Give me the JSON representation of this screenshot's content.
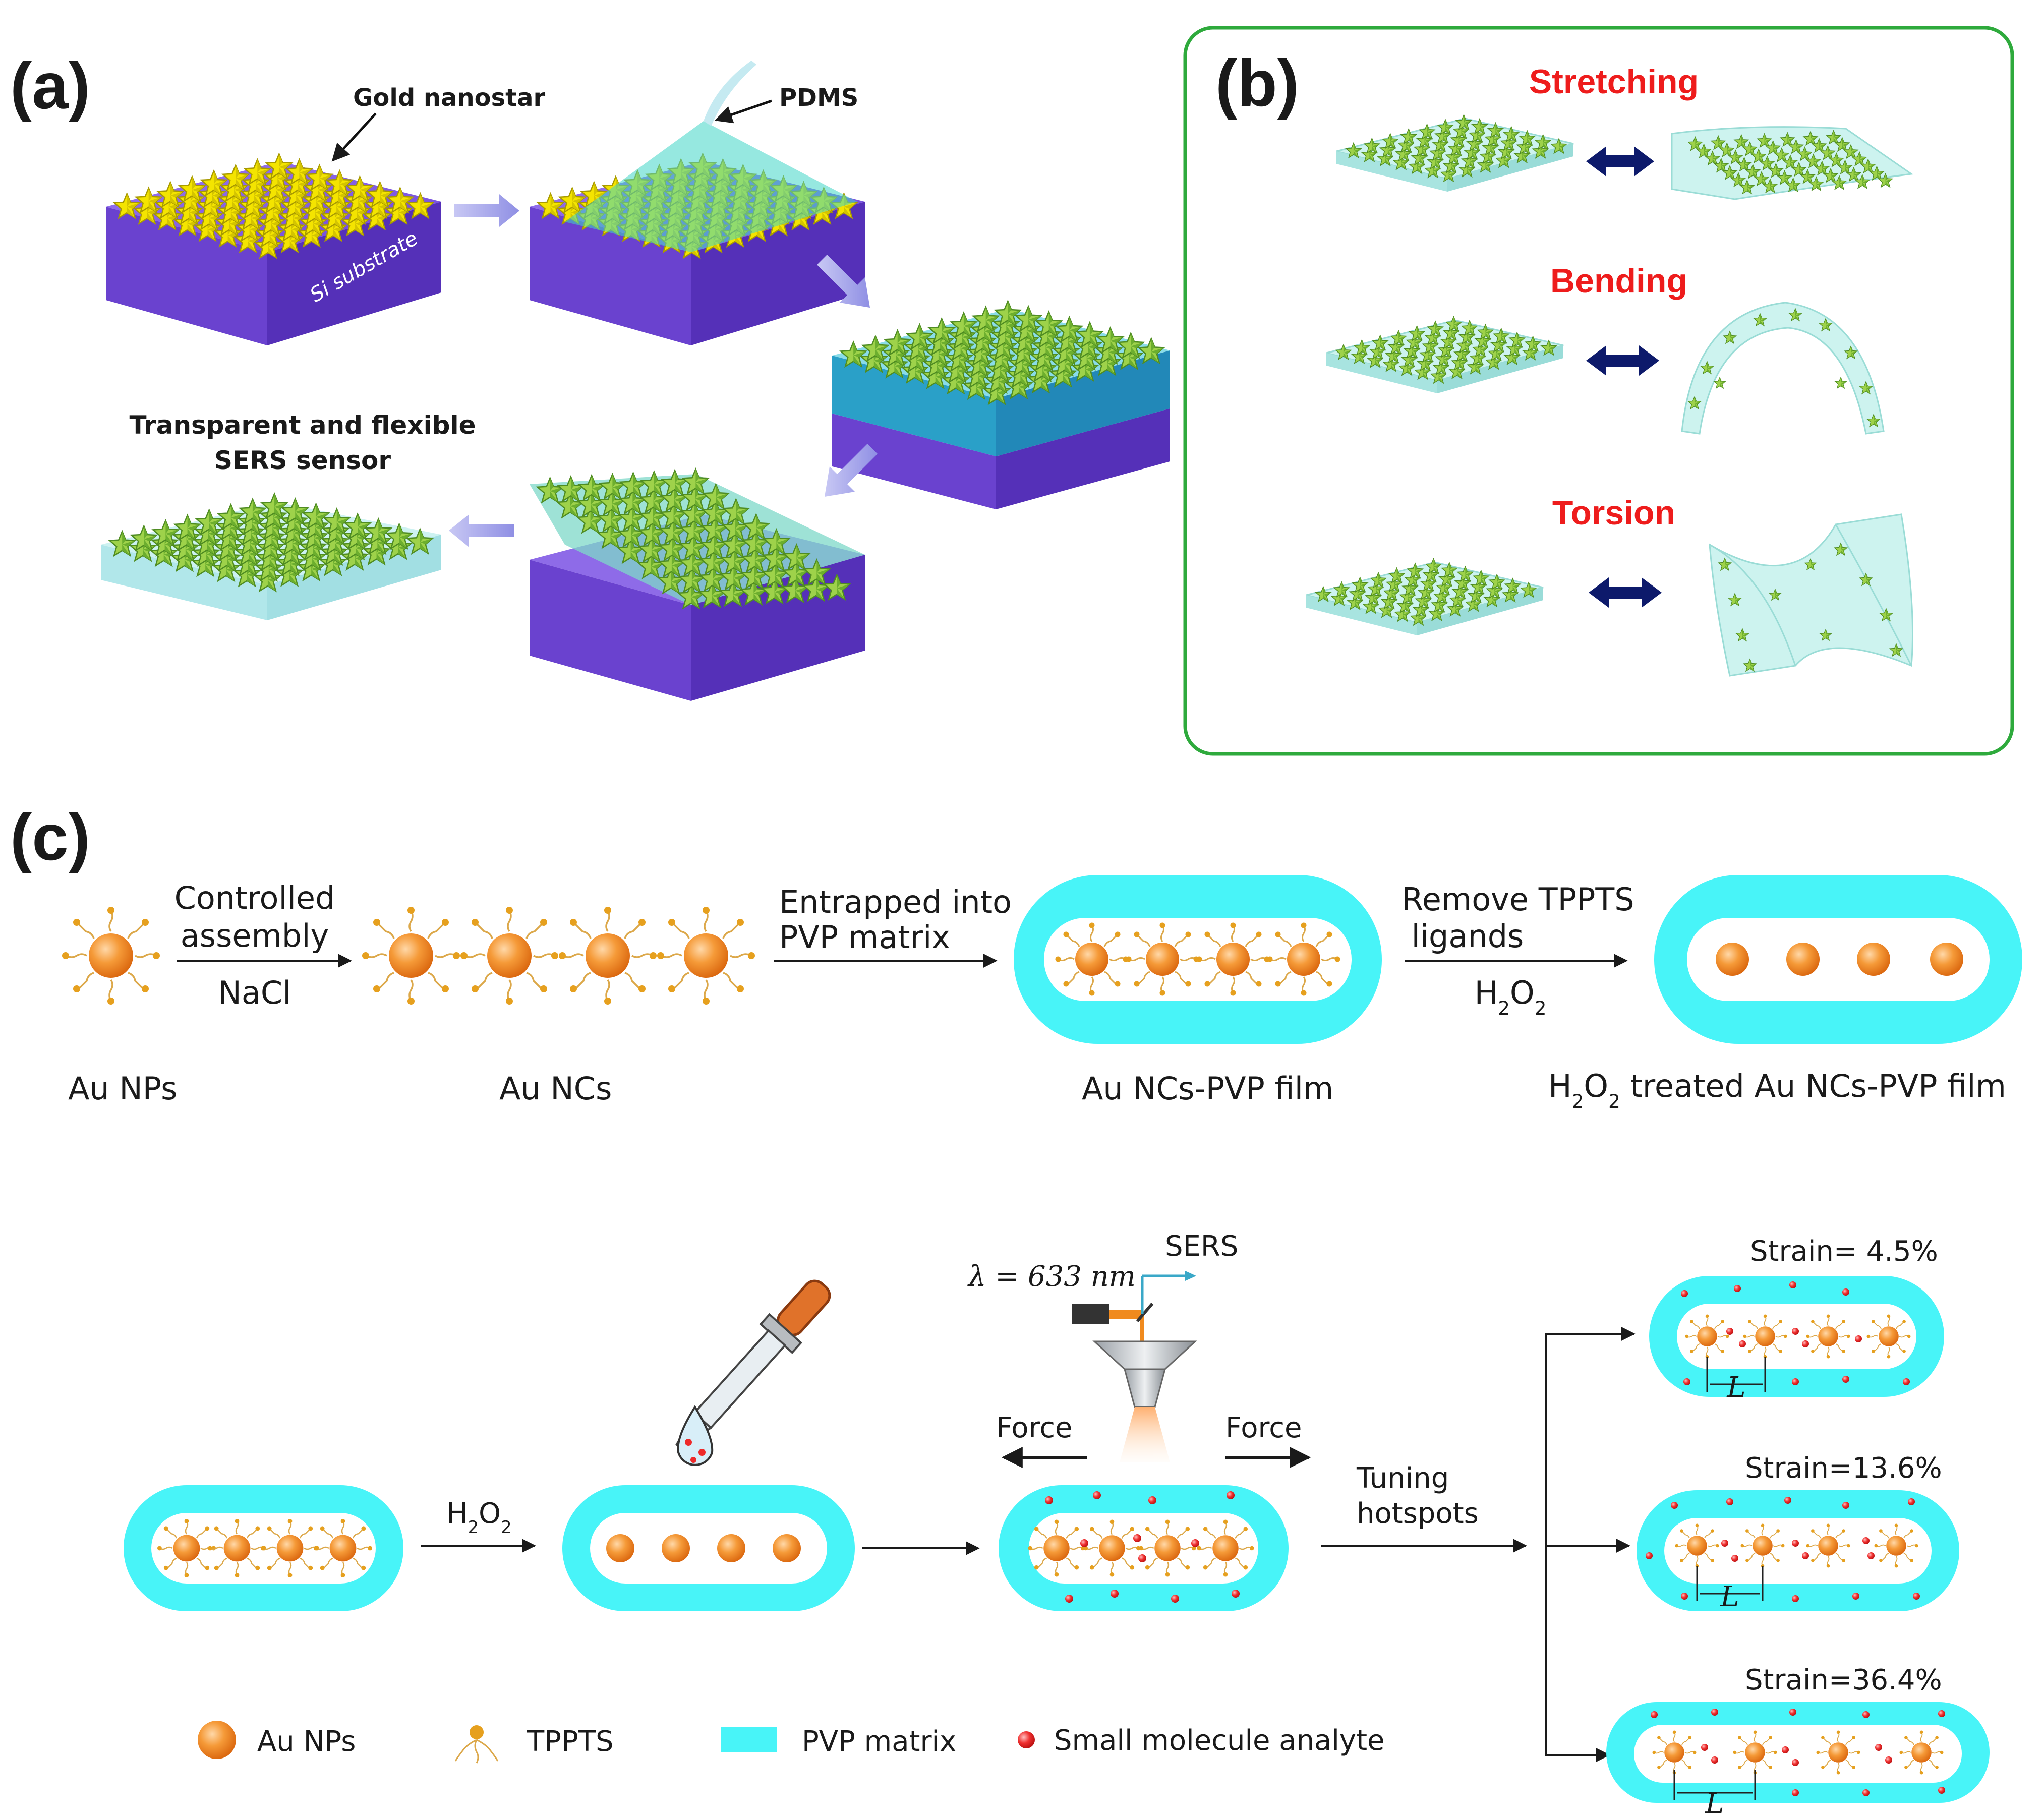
{
  "panel_a": {
    "label": "(a)",
    "gold_nanostar": "Gold nanostar",
    "pdms": "PDMS",
    "si_substrate": "Si substrate",
    "sensor_line1": "Transparent and flexible",
    "sensor_line2": "SERS sensor"
  },
  "panel_b": {
    "label": "(b)",
    "stretching": "Stretching",
    "bending": "Bending",
    "torsion": "Torsion"
  },
  "panel_c": {
    "label": "(c)",
    "top_row": {
      "step1_line1": "Controlled",
      "step1_line2": "assembly",
      "step1_reagent": "NaCl",
      "step2_line1": "Entrapped into",
      "step2_line2": "PVP matrix",
      "step3_line1": "Remove TPPTS",
      "step3_line2": "ligands",
      "step3_reagent": "H2O2",
      "caption_au_nps": "Au NPs",
      "caption_au_ncs": "Au NCs",
      "caption_film": "Au NCs-PVP film",
      "caption_treated": "H2O2 treated Au NCs-PVP film"
    },
    "bottom_row": {
      "h2o2": "H2O2",
      "wavelength": "λ = 633 nm",
      "sers": "SERS",
      "force_left": "Force",
      "force_right": "Force",
      "tuning_line1": "Tuning",
      "tuning_line2": "hotspots",
      "strains": [
        "Strain= 4.5%",
        "Strain=13.6%",
        "Strain=36.4%"
      ],
      "gap_label": "L"
    },
    "legend": {
      "au_nps": "Au NPs",
      "tppts": "TPPTS",
      "pvp": "PVP matrix",
      "analyte": "Small molecule analyte"
    }
  },
  "colors": {
    "gold_star": "#f2e600",
    "silicon": "#7a52e0",
    "pdms_star": "#86c83e",
    "pvp_cyan": "#48f4f8",
    "au_orange": "#f08a1e",
    "analyte_red": "#ee2a2a",
    "panel_b_border": "#2eaa3c",
    "label_red": "#ee1c1c",
    "arrow_navy": "#0d1a6b"
  }
}
